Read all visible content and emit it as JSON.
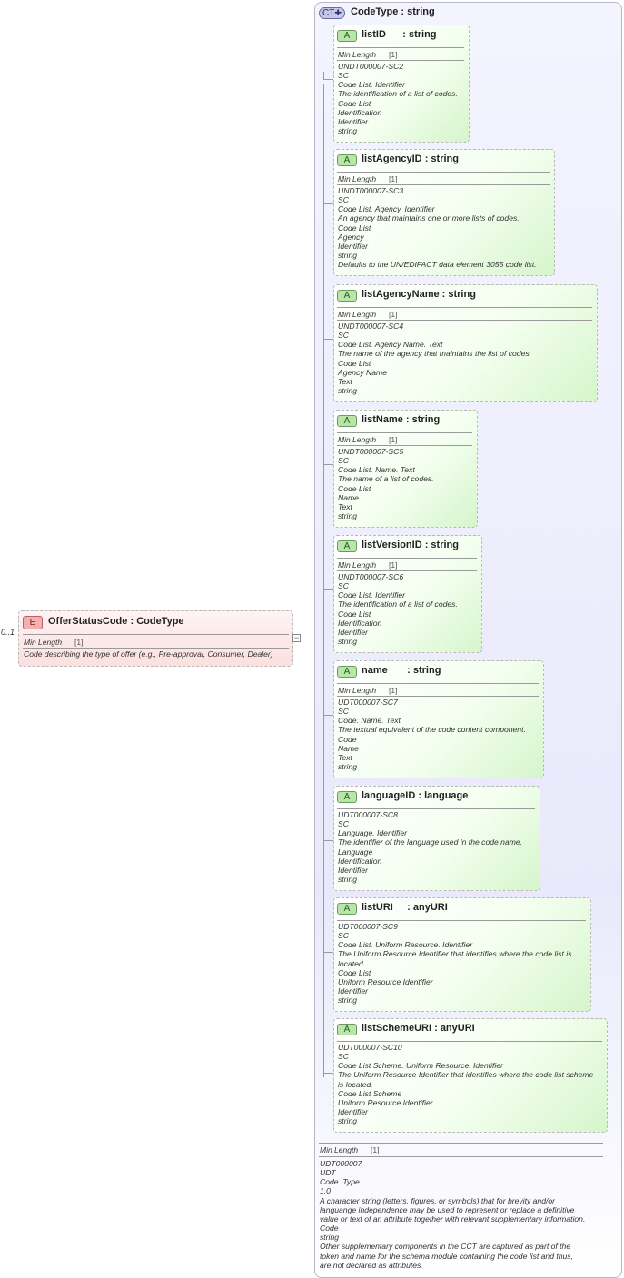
{
  "element": {
    "icon": "E",
    "occurrence": "0..1",
    "name": "OfferStatusCode",
    "type": "CodeType",
    "facet_label": "Min Length",
    "facet_value": "[1]",
    "description": "Code describing the type of offer (e.g., Pre-approval, Consumer, Dealer)",
    "collapse_symbol": "−"
  },
  "complex_type": {
    "icon": "CT",
    "name": "CodeType",
    "type": "string",
    "facet_label": "Min Length",
    "facet_value": "[1]",
    "doc_lines": [
      "UDT000007",
      "UDT",
      "Code. Type",
      "1.0",
      "A character string (letters, figures, or symbols) that for brevity and/or",
      "languange independence may be used to represent or replace a definitive",
      "value or text of an attribute together with relevant supplementary information.",
      "Code",
      "string",
      "Other supplementary components in the CCT are captured as part of the",
      "token and name for the schema module containing the code list and thus,",
      "are not declared as attributes."
    ]
  },
  "attributes": [
    {
      "icon": "A",
      "name": "listID",
      "gap": "     ",
      "type": "string",
      "facet_label": "Min Length",
      "facet_value": "[1]",
      "doc_lines": [
        "UNDT000007-SC2",
        "SC",
        "Code List. Identifier",
        "The identification of a list of codes.",
        "Code List",
        "Identification",
        "Identifier",
        "string"
      ]
    },
    {
      "icon": "A",
      "name": "listAgencyID",
      "gap": "",
      "type": "string",
      "facet_label": "Min Length",
      "facet_value": "[1]",
      "doc_lines": [
        "UNDT000007-SC3",
        "SC",
        "Code List. Agency. Identifier",
        "An agency that maintains one or more lists of codes.",
        "Code List",
        "Agency",
        "Identifier",
        "string",
        "Defaults to the UN/EDIFACT data element 3055 code list."
      ]
    },
    {
      "icon": "A",
      "name": "listAgencyName",
      "gap": "",
      "type": "string",
      "facet_label": "Min Length",
      "facet_value": "[1]",
      "doc_lines": [
        "UNDT000007-SC4",
        "SC",
        "Code List. Agency Name. Text",
        "The name of the agency that maintains the list of codes.",
        "Code List",
        "Agency Name",
        "Text",
        "string"
      ]
    },
    {
      "icon": "A",
      "name": "listName",
      "gap": "",
      "type": "string",
      "facet_label": "Min Length",
      "facet_value": "[1]",
      "doc_lines": [
        "UNDT000007-SC5",
        "SC",
        "Code List. Name. Text",
        "The name of a list of codes.",
        "Code List",
        "Name",
        "Text",
        "string"
      ]
    },
    {
      "icon": "A",
      "name": "listVersionID",
      "gap": "",
      "type": "string",
      "facet_label": "Min Length",
      "facet_value": "[1]",
      "doc_lines": [
        "UNDT000007-SC6",
        "SC",
        "Code List. Identifier",
        "The identification of a list of codes.",
        "Code List",
        "Identification",
        "Identifier",
        "string"
      ]
    },
    {
      "icon": "A",
      "name": "name",
      "gap": "      ",
      "type": "string",
      "facet_label": "Min Length",
      "facet_value": "[1]",
      "doc_lines": [
        "UDT000007-SC7",
        "SC",
        "Code. Name. Text",
        "The textual equivalent of the code content component.",
        "Code",
        "Name",
        "Text",
        "string"
      ]
    },
    {
      "icon": "A",
      "name": "languageID",
      "gap": "",
      "type": "language",
      "doc_lines": [
        "UDT000007-SC8",
        "SC",
        "Language. Identifier",
        "The identifier of the language used in the code name.",
        "Language",
        "Identification",
        "Identifier",
        "string"
      ]
    },
    {
      "icon": "A",
      "name": "listURI",
      "gap": "    ",
      "type": "anyURI",
      "doc_lines": [
        "UDT000007-SC9",
        "SC",
        "Code List. Uniform Resource. Identifier",
        "The Uniform Resource Identifier that identifies where the code list is",
        "located.",
        "Code List",
        "Uniform Resource Identifier",
        "Identifier",
        "string"
      ]
    },
    {
      "icon": "A",
      "name": "listSchemeURI",
      "gap": "",
      "type": "anyURI",
      "doc_lines": [
        "UDT000007-SC10",
        "SC",
        "Code List Scheme. Uniform Resource. Identifier",
        "The Uniform Resource Identifier that identifies where the code list scheme",
        "is located.",
        "Code List Scheme",
        "Uniform Resource Identifier",
        "Identifier",
        "string"
      ]
    }
  ]
}
